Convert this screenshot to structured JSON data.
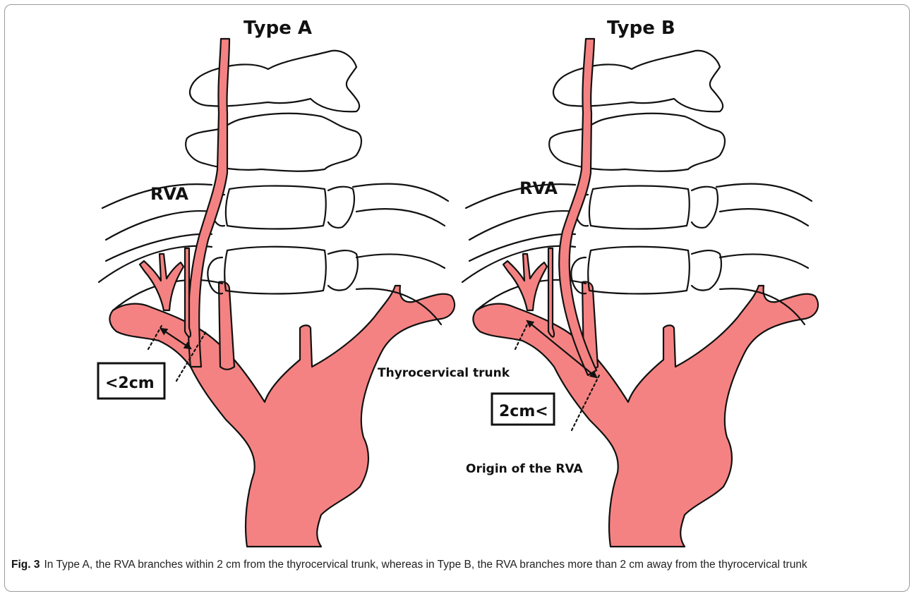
{
  "panels": {
    "type_a": {
      "title": "Type A",
      "vessel_label": "RVA",
      "distance_label": "<2cm"
    },
    "type_b": {
      "title": "Type B",
      "vessel_label": "RVA",
      "distance_label": "2cm<",
      "thyrocervical_label": "Thyrocervical trunk",
      "origin_label": "Origin of the RVA"
    }
  },
  "caption": {
    "figure_number": "Fig. 3",
    "text": "In Type A, the RVA branches within 2 cm from the thyrocervical trunk, whereas in Type B, the RVA branches more than 2 cm away from the thyrocervical trunk"
  },
  "colors": {
    "vessel_fill": "#f58282",
    "outline": "#111111",
    "frame": "#9a9a9a"
  }
}
